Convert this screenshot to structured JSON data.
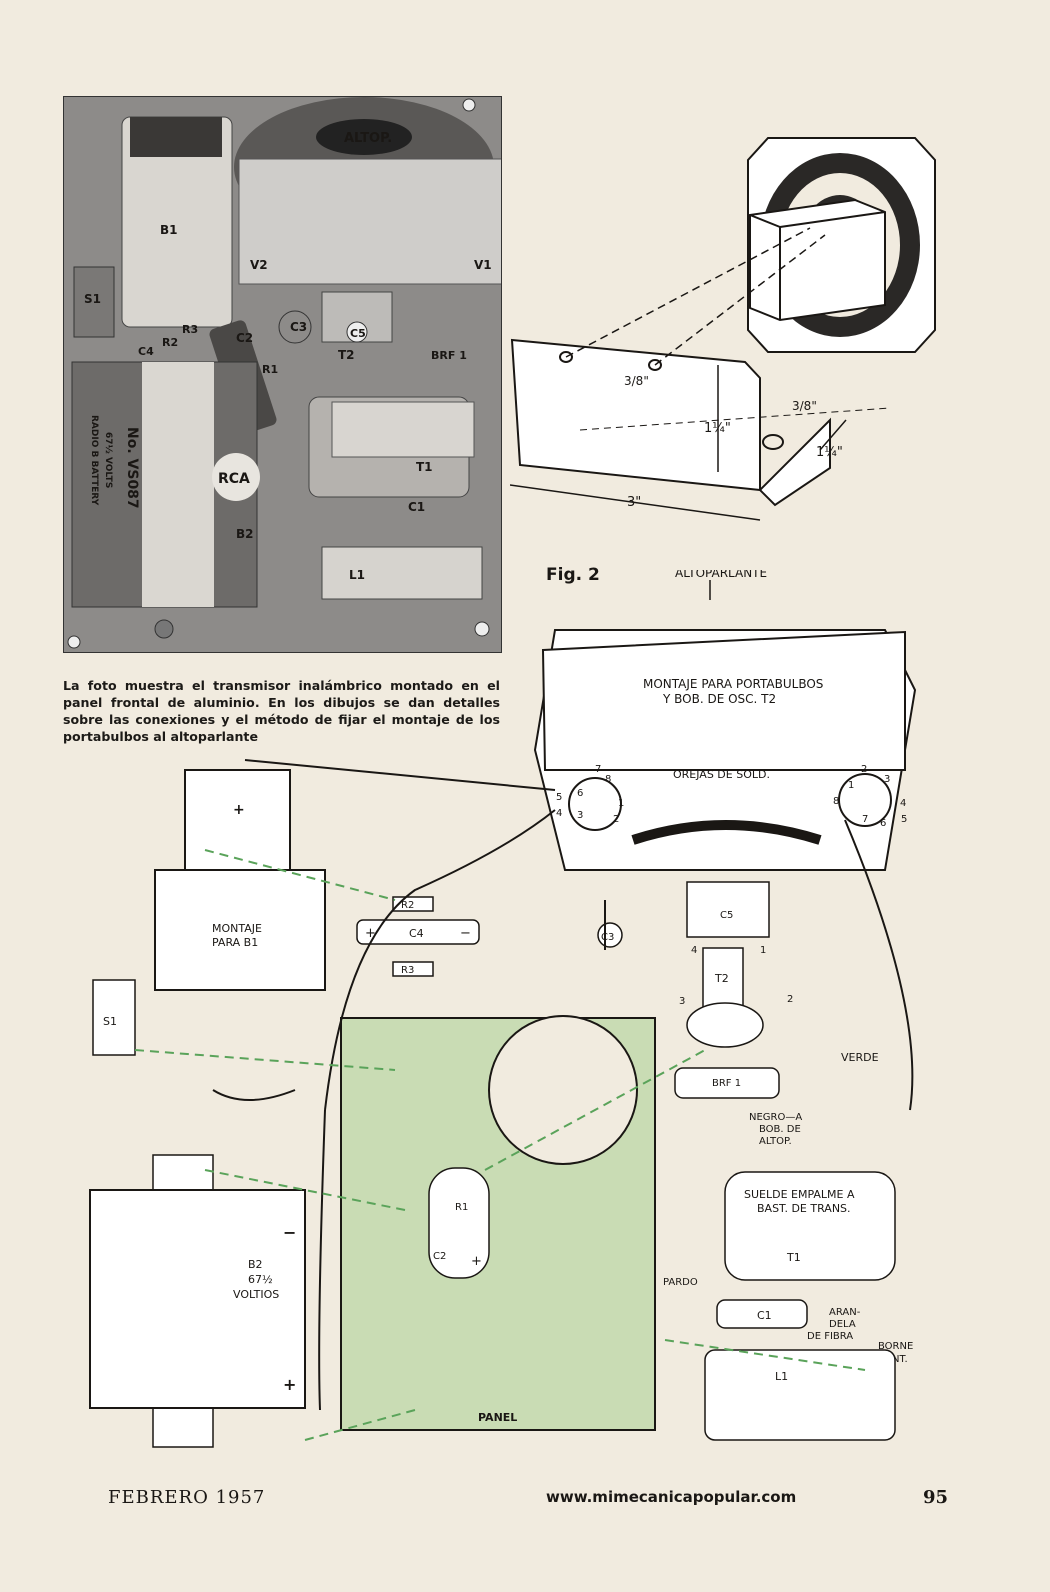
{
  "photo": {
    "labels": {
      "altop": "ALTOP.",
      "b1": "B1",
      "v2": "V2",
      "v1": "V1",
      "s1": "S1",
      "r3": "R3",
      "c4": "C4",
      "r2": "R2",
      "c2": "C2",
      "c3": "C3",
      "c5": "C5",
      "t2": "T2",
      "brf1": "BRF 1",
      "r1": "R1",
      "t1": "T1",
      "c1": "C1",
      "b2": "B2",
      "l1": "L1",
      "battery_brand": "RCA",
      "battery_no": "No. VS087",
      "battery_volts": "67½ VOLTS",
      "battery_type": "RADIO B BATTERY"
    }
  },
  "caption": "La foto muestra el transmisor inalámbrico montado en el panel frontal de aluminio. En los dibujos se dan detalles sobre las conexiones y el método de fijar el montaje de los portabulbos al altoparlante",
  "fig2": {
    "label": "Fig. 2",
    "dim_3_8_a": "3/8\"",
    "dim_3_8_b": "3/8\"",
    "dim_1_1_4_a": "1¼\"",
    "dim_1_1_4_b": "1¼\"",
    "dim_3": "3\""
  },
  "diagram": {
    "altoparlante": "ALTOPARLANTE",
    "montaje_line1": "MONTAJE PARA PORTABULBOS",
    "montaje_line2": "Y BOB. DE OSC. T2",
    "orejas": "OREJAS DE SOLD.",
    "montaje_b1_line1": "MONTAJE",
    "montaje_b1_line2": "PARA B1",
    "r2": "R2",
    "c4": "C4",
    "r3": "R3",
    "c4_plus": "+",
    "c4_minus": "−",
    "b1_plus": "+",
    "s1": "S1",
    "c3": "C3",
    "c5": "C5",
    "t2": "T2",
    "brf1": "BRF 1",
    "verde": "VERDE",
    "negro_line1": "NEGRO—A",
    "negro_line2": "BOB. DE",
    "negro_line3": "ALTOP.",
    "suelde_line1": "SUELDE EMPALME A",
    "suelde_line2": "BAST. DE TRANS.",
    "t1": "T1",
    "pardo": "PARDO",
    "c1": "C1",
    "arandela_line1": "ARAN-",
    "arandela_line2": "DELA",
    "arandela_line3": "DE FIBRA",
    "borne_line1": "BORNE",
    "borne_line2": "DE ANT.",
    "l1": "L1",
    "r1": "R1",
    "c2": "C2",
    "c2_plus": "+",
    "b2_line1": "B2",
    "b2_line2": "67½",
    "b2_line3": "VOLTIOS",
    "b2_minus": "−",
    "b2_plus": "+",
    "panel": "PANEL",
    "pin_labels_left": [
      "7",
      "8",
      "5",
      "6",
      "1",
      "4",
      "3",
      "2"
    ],
    "pin_labels_right": [
      "2",
      "3",
      "1",
      "8",
      "4",
      "5",
      "6",
      "7"
    ],
    "t2_pins": [
      "4",
      "1",
      "3",
      "2"
    ]
  },
  "footer": {
    "left": "FEBRERO 1957",
    "center": "www.mimecanicapopular.com",
    "right": "95"
  }
}
